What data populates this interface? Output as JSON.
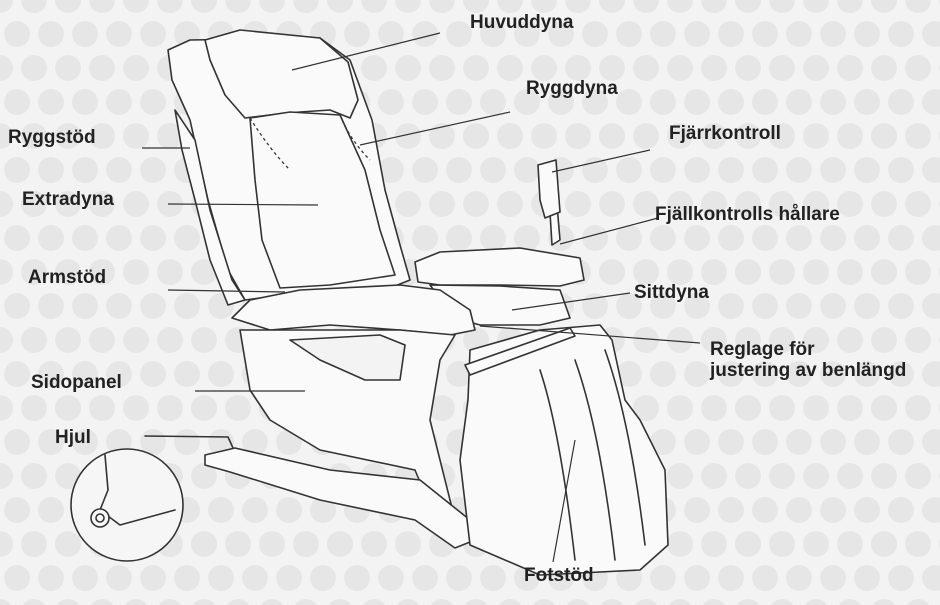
{
  "labels": {
    "huvuddyna": "Huvuddyna",
    "ryggdyna": "Ryggdyna",
    "ryggstod": "Ryggstöd",
    "fjarrkontroll": "Fjärrkontroll",
    "extradyna": "Extradyna",
    "fjallkontrolls_hallare": "Fjällkontrolls hållare",
    "armstod": "Armstöd",
    "sittdyna": "Sittdyna",
    "reglage_line1": "Reglage för",
    "reglage_line2": "justering av benlängd",
    "sidopanel": "Sidopanel",
    "hjul": "Hjul",
    "fotstod": "Fotstöd"
  },
  "colors": {
    "background": "#f3f3f3",
    "dot": "#e6e6e6",
    "line": "#333333",
    "text": "#222222"
  }
}
